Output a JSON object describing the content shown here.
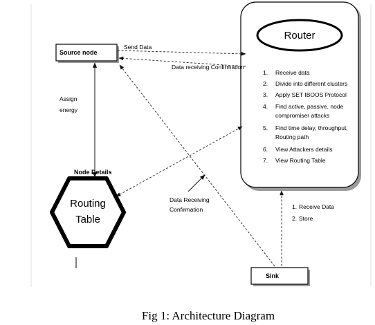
{
  "nodes": {
    "source": "Source node",
    "router_title": "Router",
    "routing_table_line1": "Routing",
    "routing_table_line2": "Table",
    "sink": "Sink"
  },
  "router_steps": [
    {
      "num": "1.",
      "lines": [
        "Receive data"
      ]
    },
    {
      "num": "2.",
      "lines": [
        "Divide into different clusters"
      ]
    },
    {
      "num": "3.",
      "lines": [
        "Apply SET IBOOS Protocol"
      ]
    },
    {
      "num": "4.",
      "lines": [
        "Find active, passive, node",
        "compromiser attacks"
      ]
    },
    {
      "num": "5.",
      "lines": [
        "Find time delay,  throughput,",
        "Routing path"
      ]
    },
    {
      "num": "6.",
      "lines": [
        "View Attackers details"
      ]
    },
    {
      "num": "7.",
      "lines": [
        "View Routing Table"
      ]
    }
  ],
  "edge_labels": {
    "send_data": "Send Data",
    "data_receiving_confirmation": "Data receiving Confirmation",
    "assign_line1": "Assign",
    "assign_line2": "energy",
    "node_details": "Node Details",
    "drc_line1": "Data Receiving",
    "drc_line2": "Confirmation"
  },
  "sink_steps": [
    {
      "num": "1.",
      "text": "Receive Data"
    },
    {
      "num": "2.",
      "text": "Store"
    }
  ],
  "caption": "Fig 1: Architecture Diagram"
}
